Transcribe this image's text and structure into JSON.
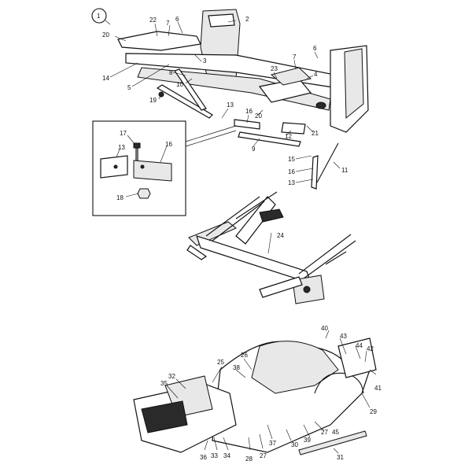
{
  "figure": {
    "view_marker": "1",
    "top_callouts": [
      "22",
      "7",
      "6",
      "2",
      "20",
      "14",
      "5",
      "3",
      "8",
      "10",
      "19",
      "23",
      "7",
      "6",
      "4",
      "13",
      "16",
      "20",
      "12",
      "21",
      "9",
      "15",
      "16",
      "13",
      "11"
    ],
    "inset_callouts": [
      "17",
      "13",
      "16",
      "18"
    ],
    "middle_callouts": [
      "24"
    ],
    "bottom_callouts": [
      "40",
      "43",
      "44",
      "42",
      "26",
      "38",
      "25",
      "32",
      "35",
      "41",
      "29",
      "27",
      "45",
      "39",
      "30",
      "37",
      "36",
      "33",
      "34",
      "28",
      "27",
      "31"
    ]
  }
}
